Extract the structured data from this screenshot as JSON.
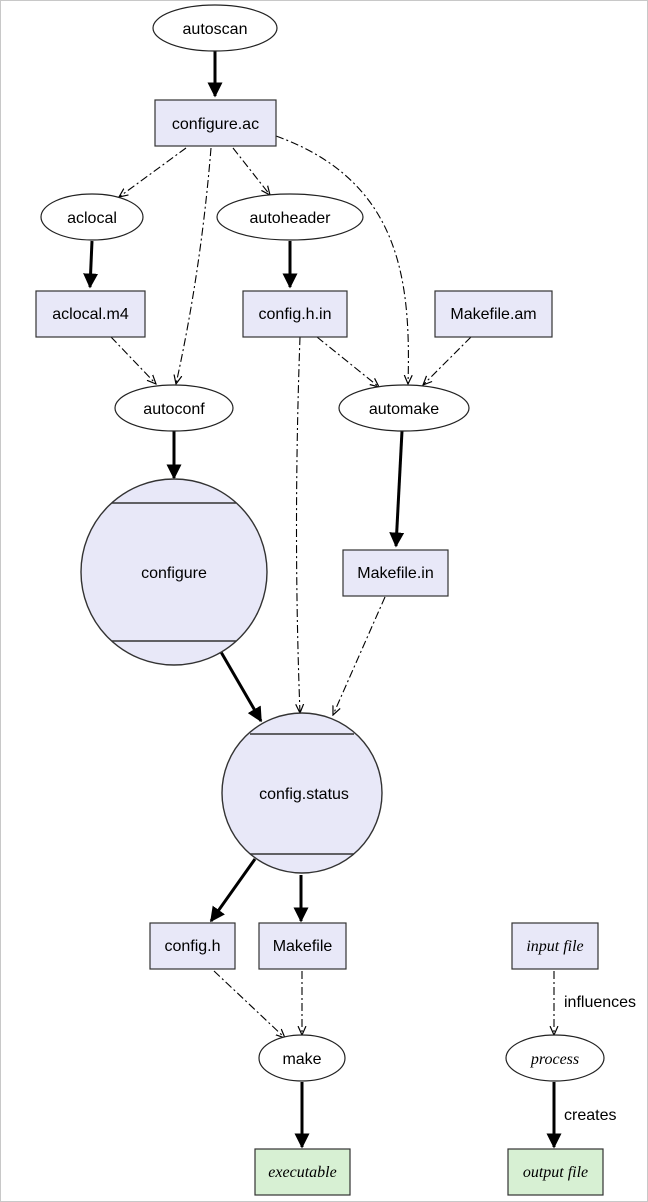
{
  "nodes": {
    "autoscan": "autoscan",
    "configure_ac": "configure.ac",
    "aclocal": "aclocal",
    "autoheader": "autoheader",
    "aclocal_m4": "aclocal.m4",
    "config_h_in": "config.h.in",
    "makefile_am": "Makefile.am",
    "autoconf": "autoconf",
    "automake": "automake",
    "configure": "configure",
    "makefile_in": "Makefile.in",
    "config_status": "config.status",
    "config_h": "config.h",
    "makefile": "Makefile",
    "make": "make",
    "executable": "executable"
  },
  "legend": {
    "input_file": "input file",
    "process": "process",
    "output_file": "output file",
    "influences": "influences",
    "creates": "creates"
  }
}
